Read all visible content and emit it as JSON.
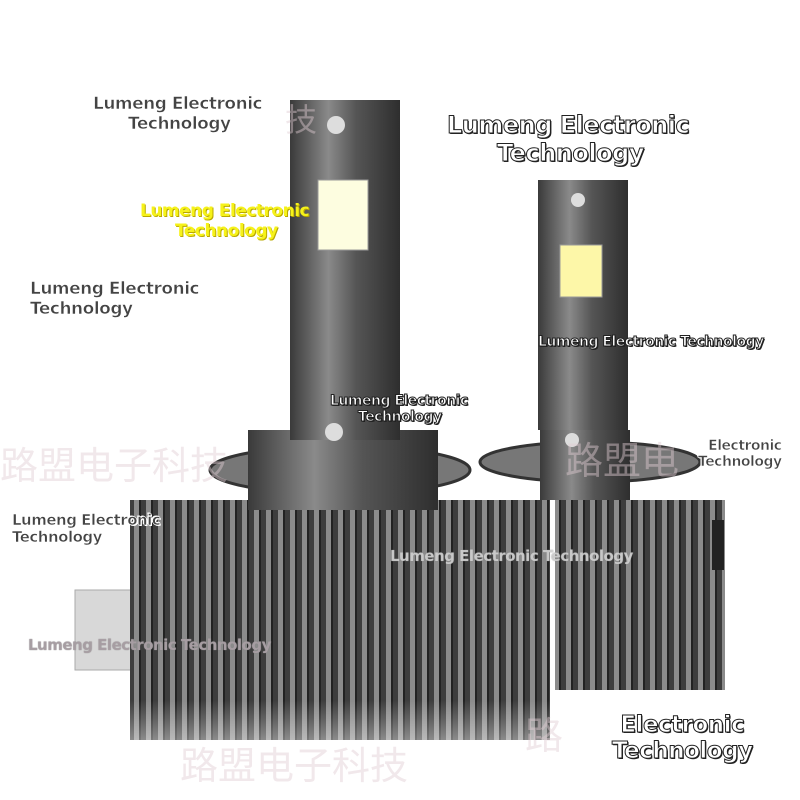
{
  "watermarks": {
    "w1": [
      "Lumeng Electronic",
      "Technology"
    ],
    "w2": [
      "Lumeng Electronic",
      "Technology"
    ],
    "w3": [
      "Lumeng Electronic",
      "Technology"
    ],
    "w4": [
      "Lumeng Electronic",
      "Technology"
    ],
    "w5": "Lumeng Electronic Technology",
    "w6": [
      "Lumeng Electronic",
      "Technology"
    ],
    "w7": [
      "Electronic",
      "Technology"
    ],
    "w8": [
      "Lumeng Electronic",
      "Technology"
    ],
    "w9": "Lumeng Electronic Technology",
    "w10": "Lumeng Electronic Technology",
    "w11": [
      "Electronic",
      "Technology"
    ]
  },
  "chinese_watermarks": {
    "c1": "路盟电子科技",
    "c2": "路盟电",
    "c3": "路盟电子科技",
    "c4": "技",
    "c5": "路"
  },
  "colors": {
    "body": "#5a5a5a",
    "led": "#fdf7a8",
    "background": "#ffffff"
  }
}
